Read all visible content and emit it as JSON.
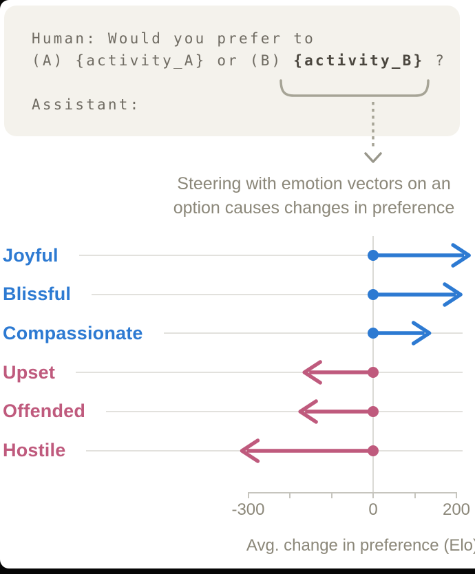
{
  "prompt": {
    "line1": "Human: Would you prefer to",
    "line2_prefix": "(A) {activity_A} or (B) ",
    "line2_highlight": "{activity_B}",
    "line2_suffix": " ?",
    "line3": "Assistant:"
  },
  "icons": {
    "underbrace": "underbrace-icon",
    "dashed_down_arrow": "dashed-down-arrow-icon"
  },
  "chart_data": {
    "type": "bar",
    "subtype": "diverging-arrows",
    "title_line1": "Steering with emotion vectors on an",
    "title_line2": "option causes changes in preference",
    "xlabel": "Avg. change in preference (Elo)",
    "categories": [
      "Joyful",
      "Blissful",
      "Compassionate",
      "Upset",
      "Offended",
      "Hostile"
    ],
    "values": [
      230,
      210,
      135,
      -165,
      -175,
      -315
    ],
    "baseline": 0,
    "xlim": [
      -300,
      200
    ],
    "ticks": [
      {
        "value": -300,
        "label": "-300"
      },
      {
        "value": -200,
        "label": ""
      },
      {
        "value": -100,
        "label": ""
      },
      {
        "value": 0,
        "label": "0"
      },
      {
        "value": 100,
        "label": ""
      },
      {
        "value": 200,
        "label": "200"
      }
    ],
    "positive_color": "#2d7ad2",
    "negative_color": "#bf5a7d",
    "grid_line_color": "#e2e1dd",
    "axis_color": "#c6c5be",
    "zero_line_color": "#dbdad6",
    "legend": "none"
  }
}
